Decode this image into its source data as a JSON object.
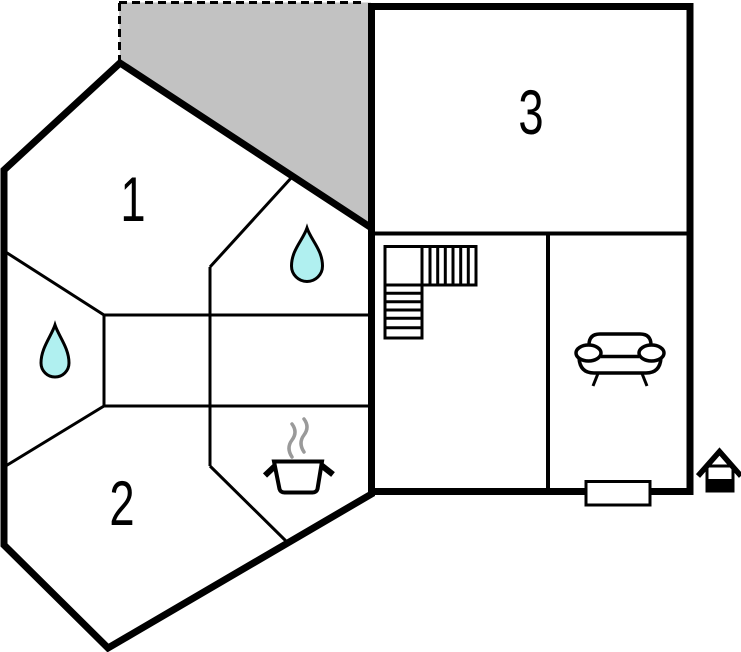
{
  "floor_plan": {
    "rooms": [
      {
        "id": "room-1",
        "label": "1"
      },
      {
        "id": "room-2",
        "label": "2"
      },
      {
        "id": "room-3",
        "label": "3"
      }
    ],
    "colors": {
      "wall": "#000000",
      "open_area": "#c2c2c2",
      "water": "#b0f0f0",
      "steam": "#9a9a9a",
      "floor": "#ffffff"
    },
    "icons": [
      {
        "name": "water-drop-icon",
        "count": 2
      },
      {
        "name": "stairs-icon",
        "count": 1
      },
      {
        "name": "sofa-icon",
        "count": 1
      },
      {
        "name": "cooking-pot-icon",
        "count": 1
      },
      {
        "name": "steam-icon",
        "count": 1
      },
      {
        "name": "window-marker",
        "count": 1
      },
      {
        "name": "entrance-house-icon",
        "count": 1
      }
    ]
  }
}
